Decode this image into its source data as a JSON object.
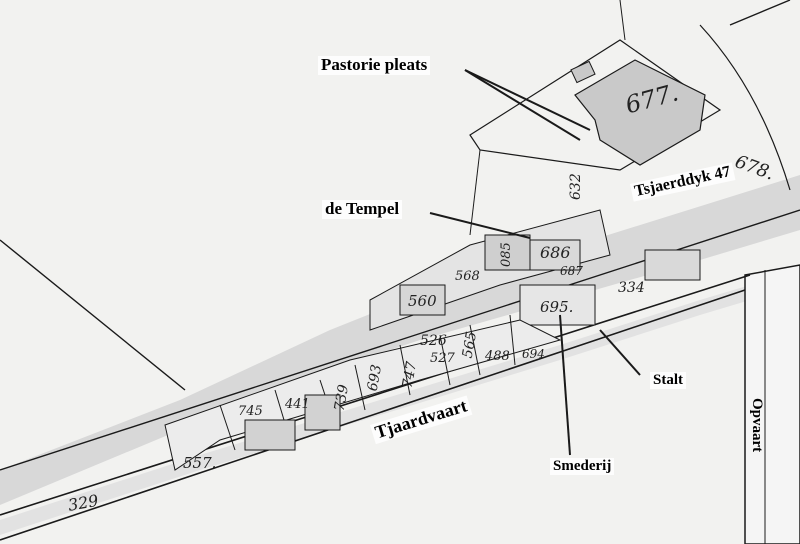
{
  "labels": {
    "pastorie": "Pastorie pleats",
    "tempel": "de Tempel",
    "tsjaerddyk": "Tsjaerddyk 47",
    "stalt": "Stalt",
    "smederij": "Smederij",
    "tjaardvaart": "Tjaardvaart",
    "opvaart": "Opvaart"
  },
  "parcels": {
    "p677": "677.",
    "p678": "678.",
    "p632": "632",
    "p686": "686",
    "p568": "568",
    "p085": "085",
    "p687": "687",
    "p560": "560",
    "p695": "695.",
    "p334": "334",
    "p526": "526",
    "p527": "527",
    "p565": "565",
    "p488": "488",
    "p694": "694",
    "p693": "693",
    "p747": "747",
    "p739": "739",
    "p441": "441",
    "p745": "745",
    "p557": "557.",
    "p329": "329"
  },
  "colors": {
    "paper": "#f2f2f0",
    "shade": "#cfcfcf",
    "ink": "#1a1a1a"
  }
}
